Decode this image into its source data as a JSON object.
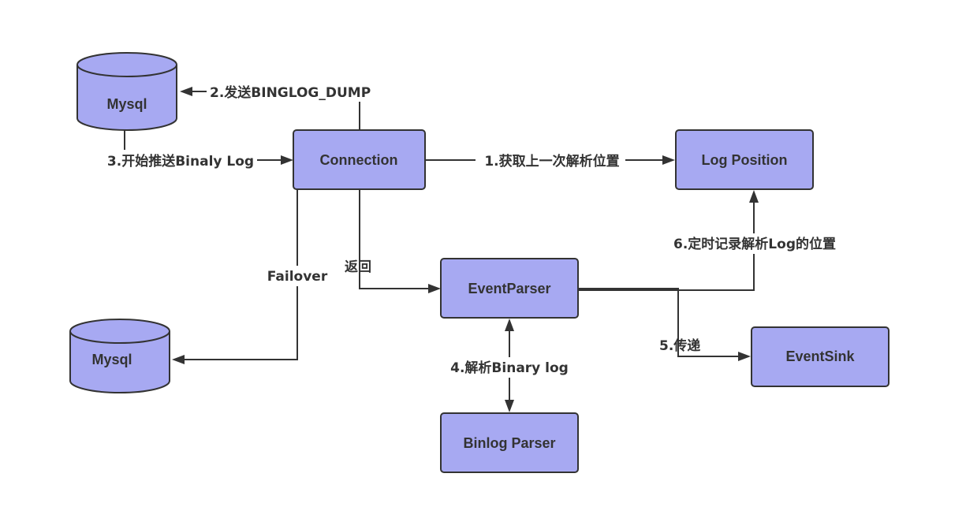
{
  "colors": {
    "node_fill": "#a7a9f2",
    "stroke": "#333333",
    "text": "#333333",
    "background": "#ffffff"
  },
  "nodes": {
    "mysql_top": "Mysql",
    "mysql_bottom": "Mysql",
    "connection": "Connection",
    "log_position": "Log Position",
    "event_parser": "EventParser",
    "event_sink": "EventSink",
    "binlog_parser": "Binlog Parser"
  },
  "edges": {
    "get_position": "1.获取上一次解析位置",
    "send_dump": "2.发送BINGLOG_DUMP",
    "push_binlog": "3.开始推送Binaly Log",
    "parse_binary": "4.解析Binary log",
    "deliver": "5.传递",
    "record_position": "6.定时记录解析Log的位置",
    "return": "返回",
    "failover": "Failover"
  }
}
